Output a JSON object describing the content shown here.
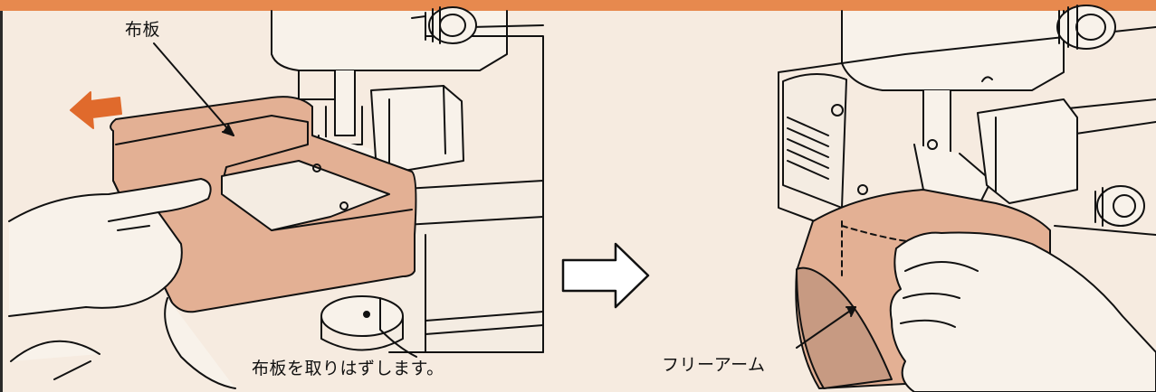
{
  "labels": {
    "board": "布板",
    "remove_instruction": "布板を取りはずします。",
    "free_arm": "フリーアーム"
  },
  "colors": {
    "background": "#f6ebe0",
    "accent_band": "#e7894e",
    "board_fill": "#e3b094",
    "arrow_orange": "#e06a2c",
    "line": "#111111"
  },
  "icons": {
    "direction_arrow": "left-arrow-icon",
    "next_step_arrow": "right-arrow-icon"
  }
}
